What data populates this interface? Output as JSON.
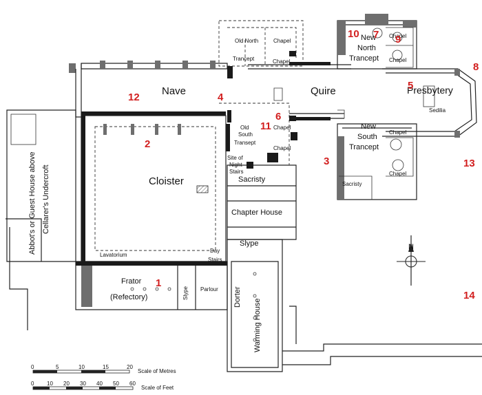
{
  "map": {
    "labels": {
      "old_north_transept_1": "Old North",
      "old_north_transept_2": "Trancept",
      "chapel": "Chapel",
      "nave": "Nave",
      "quire": "Quire",
      "new_north_transept_1": "New",
      "new_north_transept_2": "North",
      "new_north_transept_3": "Trancept",
      "presbytery": "Presbytery",
      "sedilia": "Sedilia",
      "old_south_transept_1": "Old",
      "old_south_transept_2": "South",
      "old_south_transept_3": "Transept",
      "new_south_transept_1": "New",
      "new_south_transept_2": "South",
      "new_south_transept_3": "Trancept",
      "night_stairs_1": "Site of",
      "night_stairs_2": "Night",
      "night_stairs_3": "Stairs",
      "sacristy": "Sacristy",
      "cloister": "Cloister",
      "chapter_house": "Chapter House",
      "slype": "Slype",
      "day_stairs_1": "Day",
      "day_stairs_2": "Stairs",
      "lavatorium": "Lavatorium",
      "frator_1": "Frator",
      "frator_2": "(Refectory)",
      "parlour": "Parlour",
      "dorter": "Dorter",
      "warming_house": "Warming House",
      "abbots_house": "Abbot's or Guest House above",
      "cellarers_undercroft": "Cellarer's Undercroft",
      "north": "N"
    },
    "markers": [
      "1",
      "2",
      "3",
      "4",
      "5",
      "6",
      "7",
      "8",
      "9",
      "10",
      "11",
      "12",
      "13",
      "14"
    ],
    "scale_metres": {
      "ticks": [
        "0",
        "5",
        "10",
        "15",
        "20"
      ],
      "caption": "Scale of Metres"
    },
    "scale_feet": {
      "ticks": [
        "0",
        "10",
        "20",
        "30",
        "40",
        "50",
        "60"
      ],
      "caption": "Scale of Feet"
    }
  }
}
